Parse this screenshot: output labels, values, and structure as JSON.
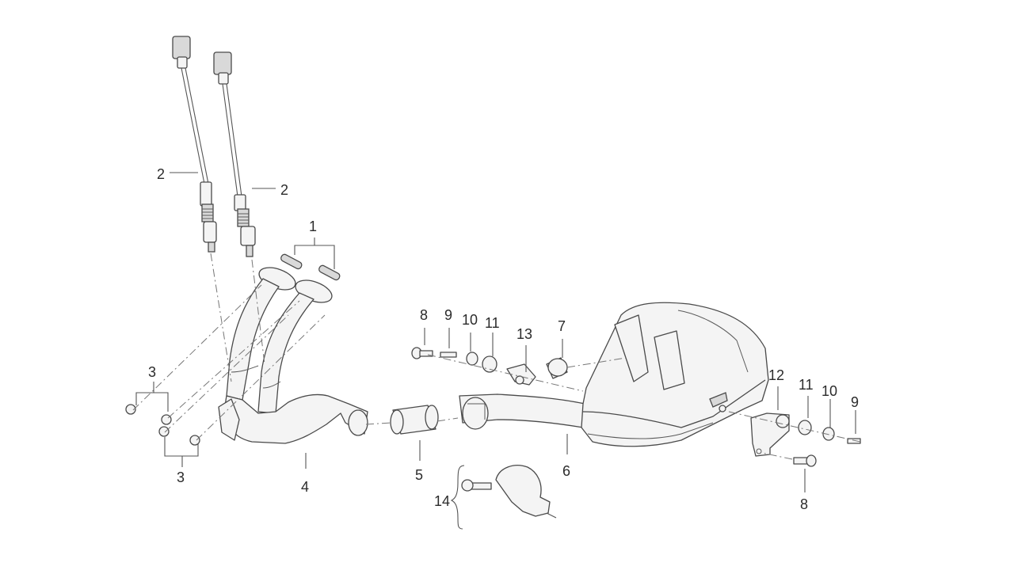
{
  "callouts": {
    "c1": "1",
    "c2a": "2",
    "c2b": "2",
    "c3a": "3",
    "c3b": "3",
    "c4": "4",
    "c5": "5",
    "c6": "6",
    "c7": "7",
    "c8a": "8",
    "c8b": "8",
    "c9a": "9",
    "c9b": "9",
    "c10a": "10",
    "c10b": "10",
    "c11a": "11",
    "c11b": "11",
    "c12": "12",
    "c13": "13",
    "c14": "14"
  }
}
